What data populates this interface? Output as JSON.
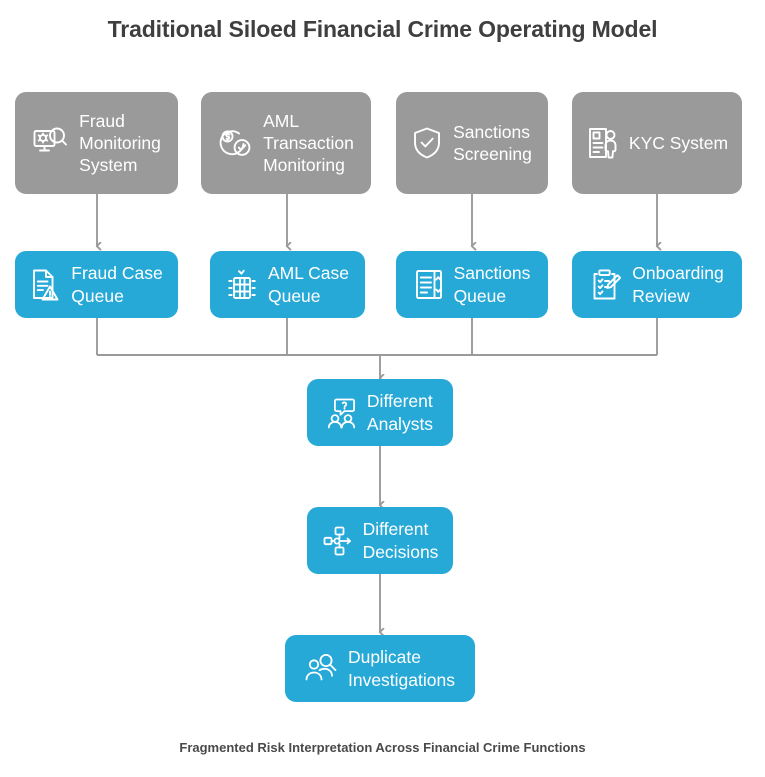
{
  "header": {
    "title": "Traditional Siloed Financial Crime Operating Model"
  },
  "footer": {
    "caption": "Fragmented Risk Interpretation Across Financial Crime Functions"
  },
  "colors": {
    "source_box": "#9a9a9a",
    "queue_box": "#27a9d8",
    "connector": "#9a9a9a",
    "title_text": "#3f3f3f",
    "caption_text": "#4a4a4a",
    "node_text": "#ffffff",
    "background": "#ffffff"
  },
  "diagram": {
    "type": "flowchart",
    "source_systems": [
      {
        "id": "fraud-monitoring-system",
        "label": "Fraud\nMonitoring\nSystem",
        "icon": "computer-search-icon"
      },
      {
        "id": "aml-transaction-monitoring",
        "label": "AML\nTransaction\nMonitoring",
        "icon": "money-check-icon"
      },
      {
        "id": "sanctions-screening",
        "label": "Sanctions\nScreening",
        "icon": "shield-check-icon"
      },
      {
        "id": "kyc-system",
        "label": "KYC System",
        "icon": "document-person-icon"
      }
    ],
    "queues": [
      {
        "id": "fraud-case-queue",
        "label": "Fraud Case\nQueue",
        "icon": "document-alert-icon"
      },
      {
        "id": "aml-case-queue",
        "label": "AML Case\nQueue",
        "icon": "server-queue-icon"
      },
      {
        "id": "sanctions-queue",
        "label": "Sanctions\nQueue",
        "icon": "list-sort-icon"
      },
      {
        "id": "onboarding-review",
        "label": "Onboarding\nReview",
        "icon": "clipboard-pencil-icon"
      }
    ],
    "outcomes": [
      {
        "id": "different-analysts",
        "label": "Different\nAnalysts",
        "icon": "question-people-icon"
      },
      {
        "id": "different-decisions",
        "label": "Different\nDecisions",
        "icon": "decision-branch-icon"
      },
      {
        "id": "duplicate-investigations",
        "label": "Duplicate\nInvestigations",
        "icon": "people-search-icon"
      }
    ],
    "flow_description": "Each siloed source system feeds its own case queue; all four queues converge into different analysts, producing different decisions and duplicate investigations."
  }
}
